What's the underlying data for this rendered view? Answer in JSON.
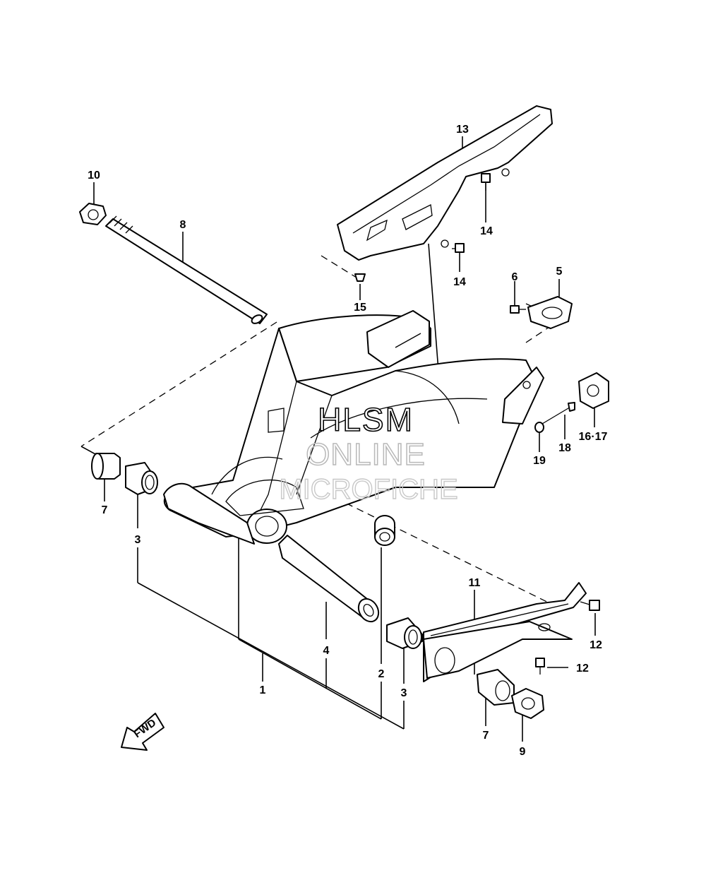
{
  "watermark": {
    "line1": "HLSM",
    "line2": "ONLINE",
    "line3": "MICROFICHE"
  },
  "direction_arrow": {
    "text": "FWD"
  },
  "callouts": {
    "c1": "1",
    "c2": "2",
    "c3a": "3",
    "c3b": "3",
    "c4": "4",
    "c5": "5",
    "c6": "6",
    "c7a": "7",
    "c7b": "7",
    "c8": "8",
    "c9": "9",
    "c10": "10",
    "c11": "11",
    "c12a": "12",
    "c12b": "12",
    "c13": "13",
    "c14a": "14",
    "c14b": "14",
    "c15": "15",
    "c16_17": "16·17",
    "c18": "18",
    "c19": "19"
  }
}
